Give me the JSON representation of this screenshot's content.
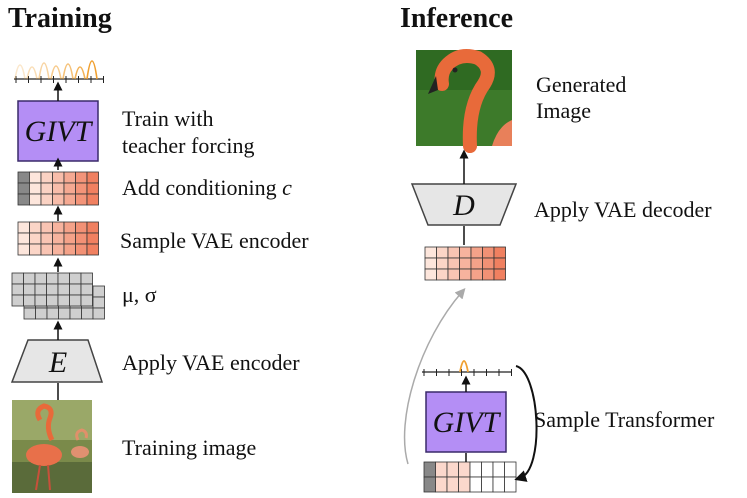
{
  "training": {
    "heading": "Training",
    "givt_label": "GIVT",
    "encoder_label": "E",
    "steps": {
      "train": [
        "Train with",
        "teacher forcing"
      ],
      "conditioning_prefix": "Add conditioning ",
      "conditioning_var": "c",
      "sample": "Sample VAE encoder",
      "mu_sigma": "μ, σ",
      "apply_encoder": "Apply VAE encoder",
      "image": "Training image"
    }
  },
  "inference": {
    "heading": "Inference",
    "decoder_label": "D",
    "givt_label": "GIVT",
    "steps": {
      "generated": [
        "Generated",
        "Image"
      ],
      "apply_decoder": "Apply VAE decoder",
      "sample_transformer": "Sample Transformer"
    }
  },
  "colors": {
    "givt_fill": "#b48ef5",
    "givt_stroke": "#3a2a6a",
    "grid_gray": "#cfcfcf",
    "trapezoid_fill": "#e6e6e6",
    "peak_orange": "#f0a030",
    "salmon_dark": "#f08060",
    "salmon_light": "#fde6dc",
    "flamingo": "#e86a3a",
    "grass": "#3d7a2a"
  },
  "icons": {
    "training_image": "flamingo-photo",
    "generated_image": "flamingo-head-photo",
    "loop": "curved-return-arrow"
  }
}
